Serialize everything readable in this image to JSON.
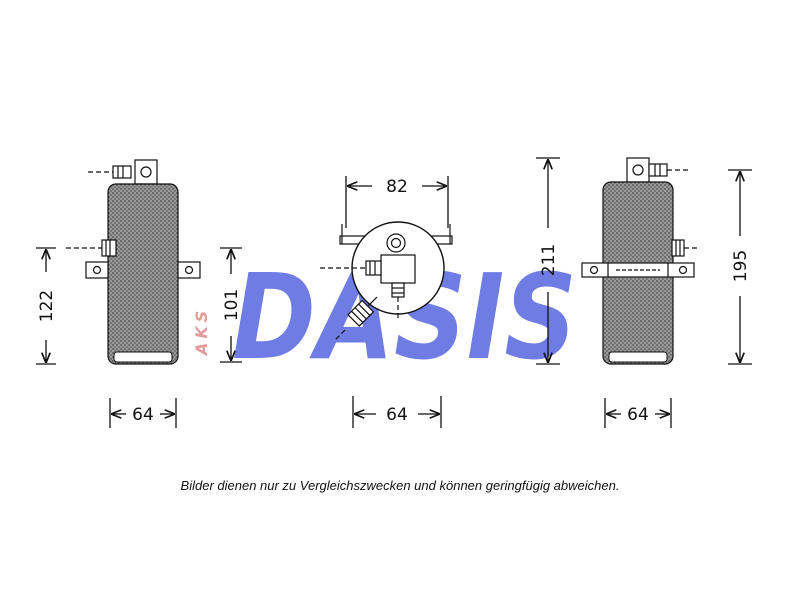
{
  "watermark": {
    "brand": "DASIS",
    "side_text": "AKS",
    "color": "#2c3fd6",
    "side_color": "#e08a8a"
  },
  "views": {
    "left": {
      "height_label": "122",
      "width_label": "64"
    },
    "center": {
      "top_label": "82",
      "height_label": "101",
      "width_label": "64"
    },
    "right": {
      "total_height_label": "211",
      "body_height_label": "195",
      "width_label": "64"
    }
  },
  "caption": "Bilder dienen nur zu Vergleichszwecken und können geringfügig abweichen.",
  "line_color": "#111111",
  "shade_color": "#7a7a7a"
}
